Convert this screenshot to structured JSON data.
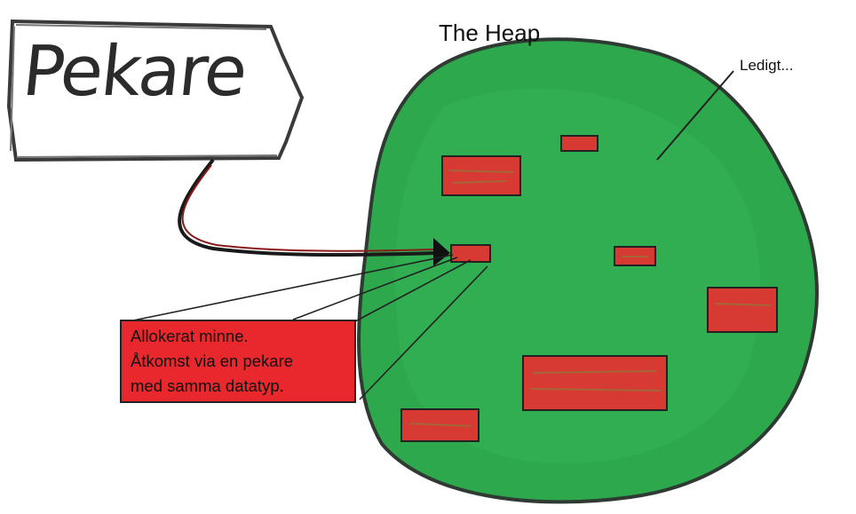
{
  "diagram": {
    "title": "The Heap",
    "free_label": "Ledigt...",
    "pointer_label": "Pekare",
    "allocated_lines": [
      "Allokerat minne.",
      "Åtkomst via en pekare",
      "med samma datatyp."
    ],
    "colors": {
      "heap_fill": "#2ea84d",
      "heap_outline": "#2f3a33",
      "block_fill": "#d63a33",
      "callout_fill": "#e8282c",
      "pointer_arrow": "#1a1a1a",
      "pointer_arrow_accent": "#8b1a1a"
    },
    "shapes": [
      "heap-blob",
      "memory-block",
      "pointer-box",
      "pointer-arrow",
      "callout-lines"
    ]
  }
}
